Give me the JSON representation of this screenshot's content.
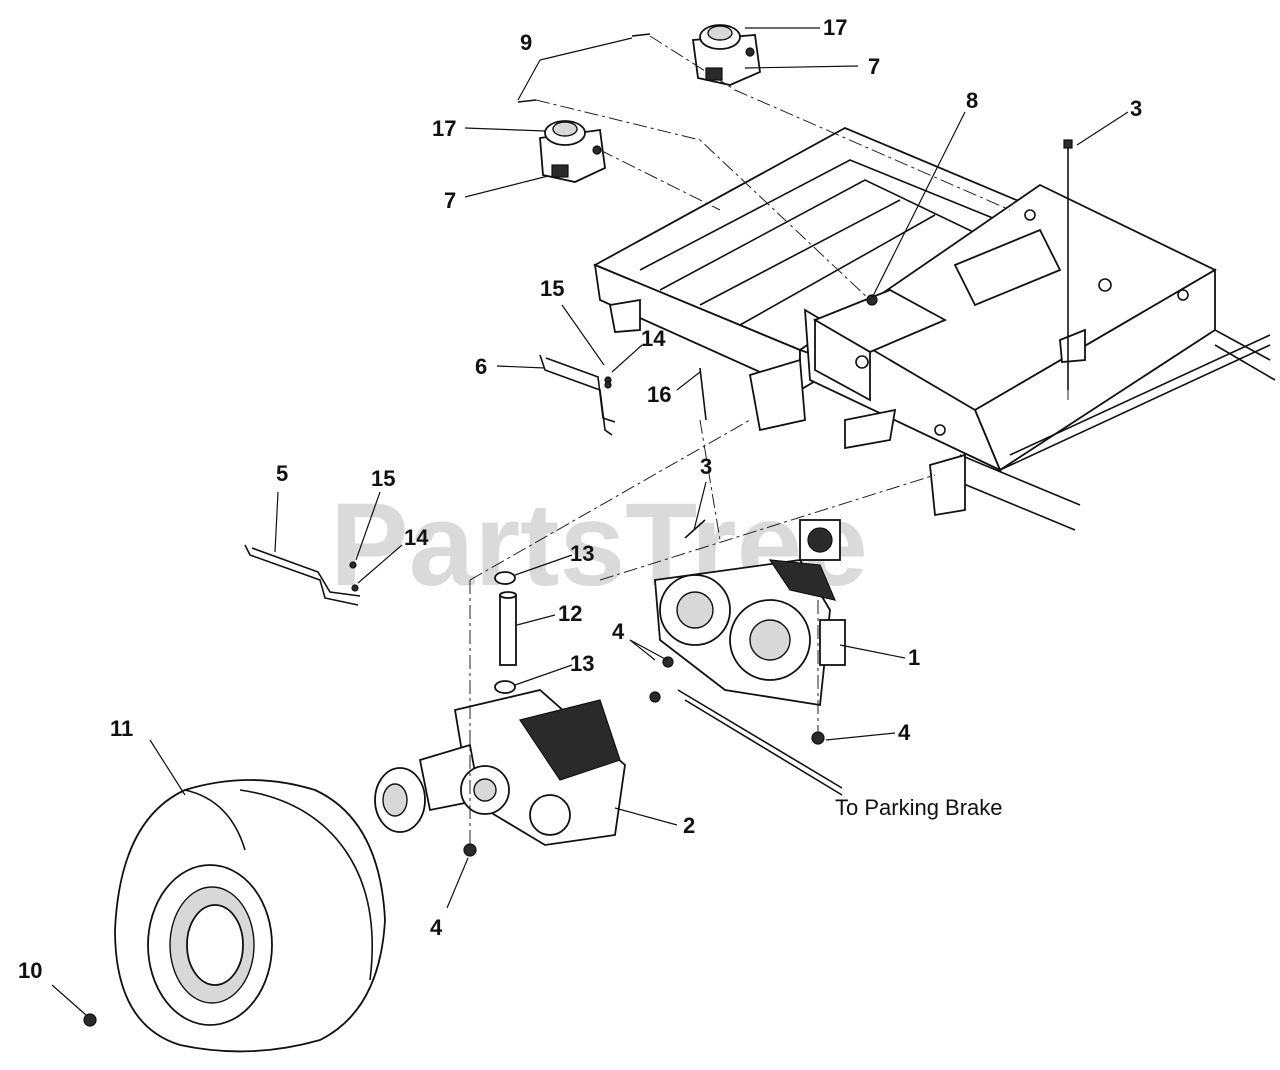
{
  "watermark": "PartsTree",
  "note_parking_brake": "To Parking Brake",
  "callouts": {
    "c9": "9",
    "c17a": "17",
    "c7a": "7",
    "c17b": "17",
    "c7b": "7",
    "c8": "8",
    "c3a": "3",
    "c15a": "15",
    "c14a": "14",
    "c6": "6",
    "c16": "16",
    "c5": "5",
    "c15b": "15",
    "c14b": "14",
    "c3b": "3",
    "c13a": "13",
    "c12": "12",
    "c13b": "13",
    "c4a": "4",
    "c1": "1",
    "c4b": "4",
    "c11": "11",
    "c2": "2",
    "c4c": "4",
    "c10": "10"
  }
}
